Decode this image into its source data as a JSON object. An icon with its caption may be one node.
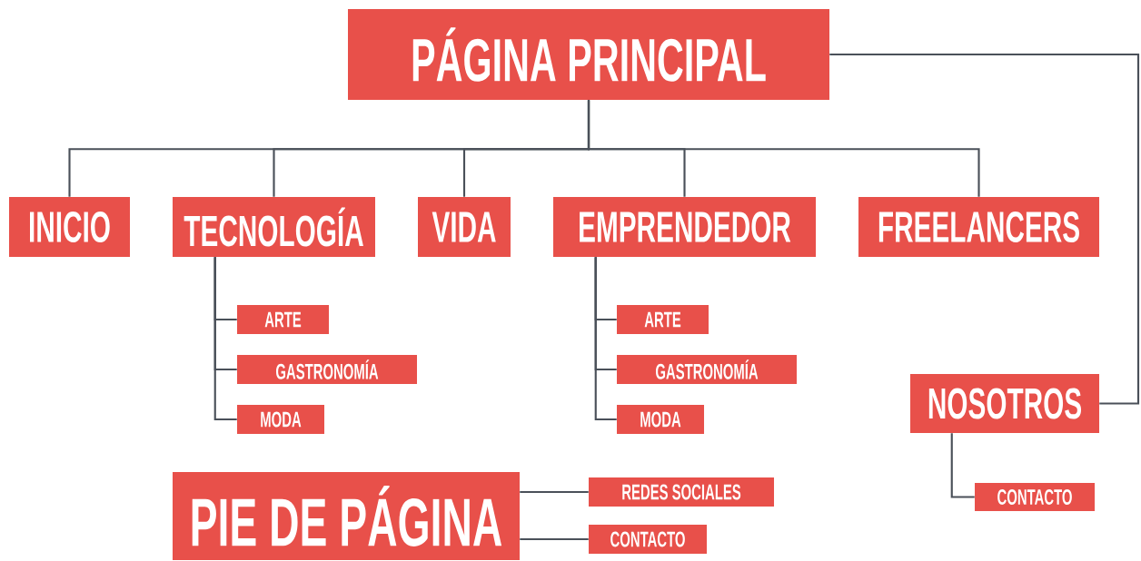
{
  "diagram": {
    "nodes": [
      {
        "text": [
          "PÁGINA PRINCIPAL"
        ]
      },
      {
        "text": [
          "INICIO"
        ]
      },
      {
        "text": [
          "TECNOLOGÍA"
        ]
      },
      {
        "text": [
          "VIDA"
        ]
      },
      {
        "text": [
          "EMPRENDEDOR"
        ]
      },
      {
        "text": [
          "FREELANCERS"
        ]
      },
      {
        "text": [
          "ARTE"
        ]
      },
      {
        "text": [
          "GASTRONOMÍA"
        ]
      },
      {
        "text": [
          "MODA"
        ]
      },
      {
        "text": [
          "ARTE"
        ]
      },
      {
        "text": [
          "GASTRONOMÍA"
        ]
      },
      {
        "text": [
          "MODA"
        ]
      },
      {
        "text": [
          "NOSOTROS"
        ]
      },
      {
        "text": [
          "CONTACTO"
        ]
      },
      {
        "text": [
          "PIE DE PÁGINA"
        ]
      },
      {
        "text": [
          "REDES SOCIALES"
        ]
      },
      {
        "text": [
          "CONTACTO"
        ]
      }
    ],
    "edges": [
      {
        "from": 0,
        "to": 1,
        "arrow": "none"
      },
      {
        "from": 0,
        "to": 2,
        "arrow": "none"
      },
      {
        "from": 0,
        "to": 3,
        "arrow": "none"
      },
      {
        "from": 0,
        "to": 4,
        "arrow": "none"
      },
      {
        "from": 0,
        "to": 5,
        "arrow": "none"
      },
      {
        "from": 0,
        "to": 12,
        "arrow": "none"
      },
      {
        "from": 2,
        "to": 6,
        "arrow": "none"
      },
      {
        "from": 2,
        "to": 7,
        "arrow": "none"
      },
      {
        "from": 2,
        "to": 8,
        "arrow": "none"
      },
      {
        "from": 4,
        "to": 9,
        "arrow": "none"
      },
      {
        "from": 4,
        "to": 10,
        "arrow": "none"
      },
      {
        "from": 4,
        "to": 11,
        "arrow": "none"
      },
      {
        "from": 12,
        "to": 13,
        "arrow": "none"
      },
      {
        "from": 14,
        "to": 15,
        "arrow": "none"
      },
      {
        "from": 14,
        "to": 16,
        "arrow": "none"
      }
    ]
  }
}
